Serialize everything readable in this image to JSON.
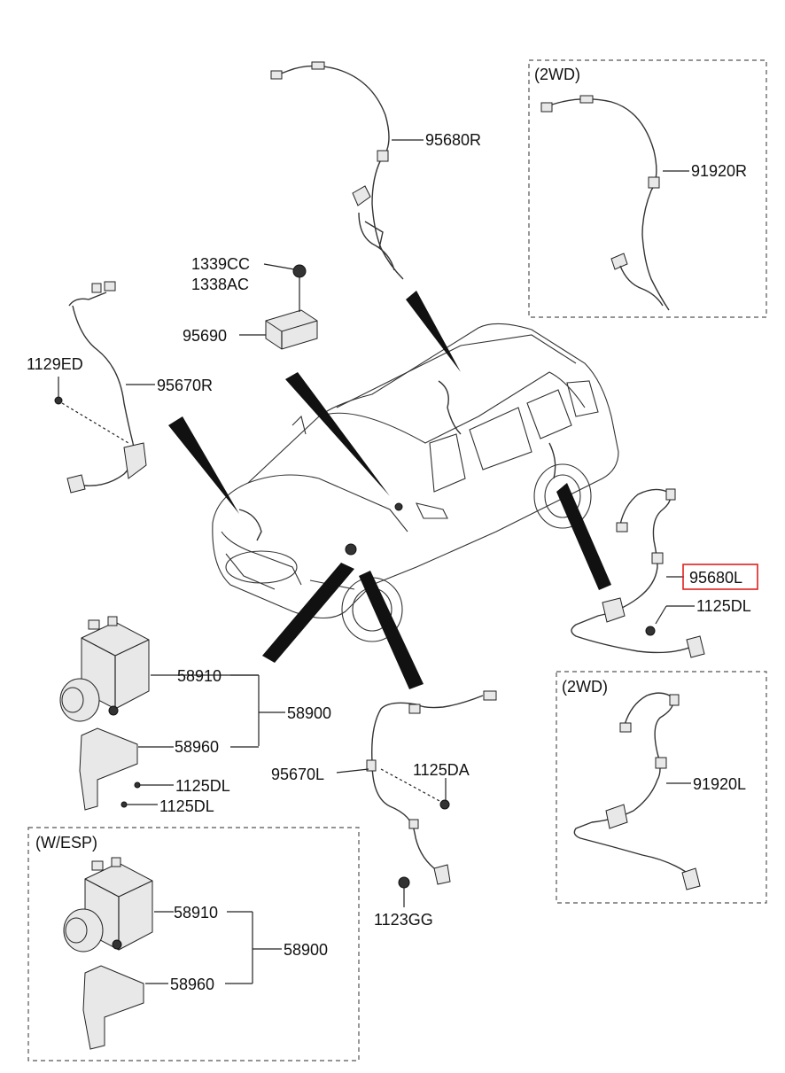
{
  "sections": {
    "top_right": "(2WD)",
    "bottom_right": "(2WD)",
    "bottom_left": "(W/ESP)"
  },
  "labels": {
    "p95680R": "95680R",
    "p91920R": "91920R",
    "p1339CC": "1339CC",
    "p1338AC": "1338AC",
    "p95690": "95690",
    "p1129ED": "1129ED",
    "p95670R": "95670R",
    "p95680L": "95680L",
    "p1125DL_right": "1125DL",
    "p58910_top": "58910",
    "p58900_top": "58900",
    "p58960_top": "58960",
    "p1125DL_a": "1125DL",
    "p1125DL_b": "1125DL",
    "p95670L": "95670L",
    "p1125DA": "1125DA",
    "p1123GG": "1123GG",
    "p91920L": "91920L",
    "p58910_bot": "58910",
    "p58900_bot": "58900",
    "p58960_bot": "58960"
  },
  "highlight_color": "#e02020"
}
